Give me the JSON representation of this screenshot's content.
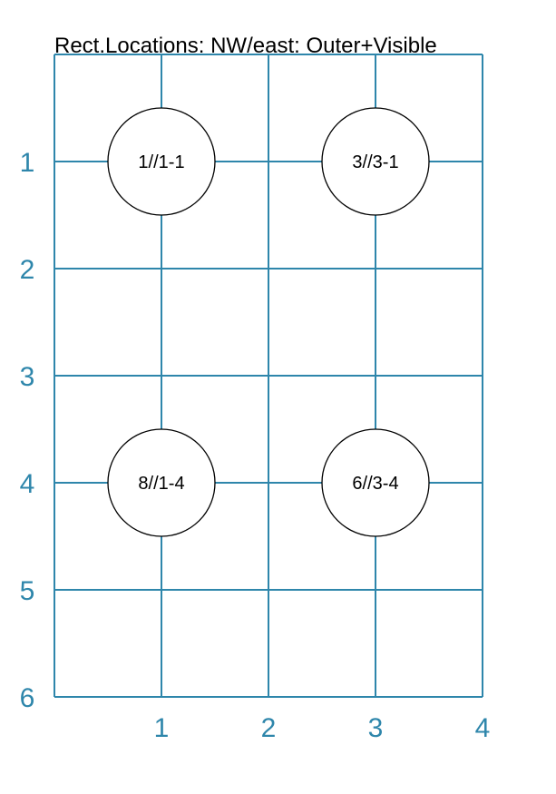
{
  "title": "Rect.Locations: NW/east: Outer+Visible",
  "colors": {
    "grid": "#2e86ab",
    "axis_label": "#2e86ab",
    "node_stroke": "#000000",
    "node_fill": "#ffffff"
  },
  "grid": {
    "columns": 4,
    "rows": 6
  },
  "x_labels": [
    "1",
    "2",
    "3",
    "4"
  ],
  "y_labels": [
    "1",
    "2",
    "3",
    "4",
    "5",
    "6"
  ],
  "nodes": [
    {
      "label": "1//1-1",
      "col": 1,
      "row": 1
    },
    {
      "label": "3//3-1",
      "col": 3,
      "row": 1
    },
    {
      "label": "8//1-4",
      "col": 1,
      "row": 4
    },
    {
      "label": "6//3-4",
      "col": 3,
      "row": 4
    }
  ]
}
